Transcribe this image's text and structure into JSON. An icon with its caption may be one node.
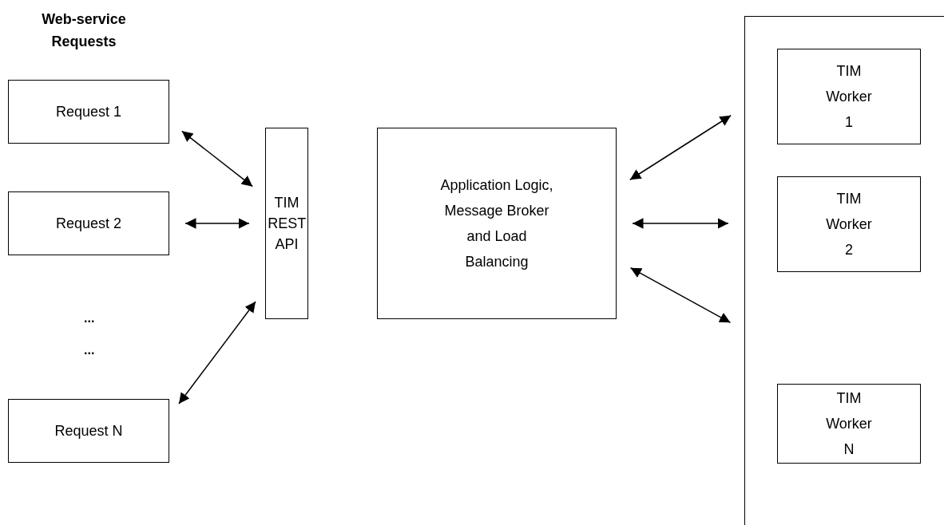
{
  "diagram": {
    "title": "Web-service Requests",
    "nodes": [
      {
        "text": [
          "Request 1"
        ]
      },
      {
        "text": [
          "Request 2"
        ]
      },
      {
        "text": [
          "Request N"
        ]
      },
      {
        "text": [
          "TIM REST API"
        ]
      },
      {
        "text": [
          "Application Logic, Message Broker and Load Balancing"
        ]
      },
      {
        "text": [],
        "shape": "box"
      },
      {
        "text": [
          "TIM Worker 1"
        ],
        "in": 5
      },
      {
        "text": [
          "TIM Worker 2"
        ],
        "in": 5
      },
      {
        "text": [
          "TIM Worker N"
        ],
        "in": 5
      }
    ],
    "edges": [
      {
        "from": 0,
        "to": 3,
        "arrow": "both"
      },
      {
        "from": 1,
        "to": 3,
        "arrow": "both"
      },
      {
        "from": 2,
        "to": 3,
        "arrow": "both"
      },
      {
        "from": 4,
        "to": 5,
        "arrow": "both"
      },
      {
        "from": 4,
        "to": 5,
        "arrow": "both"
      },
      {
        "from": 4,
        "to": 5,
        "arrow": "both"
      }
    ],
    "labels": [
      "...",
      "..."
    ]
  }
}
